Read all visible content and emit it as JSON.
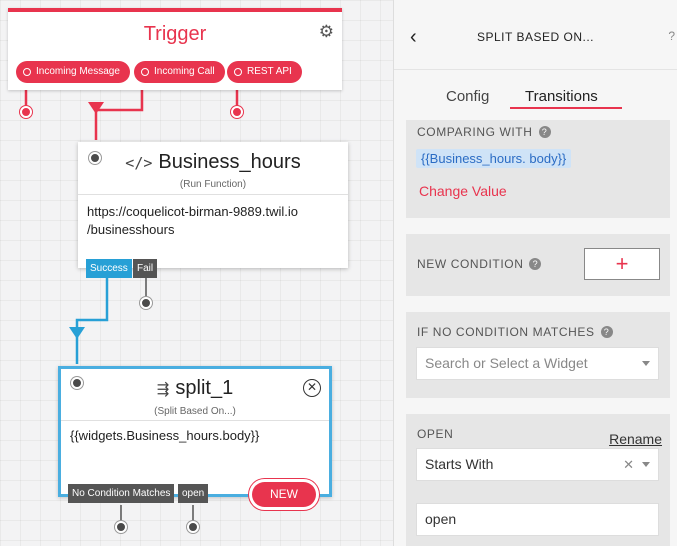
{
  "canvas": {
    "trigger": {
      "title": "Trigger",
      "chips": [
        "Incoming Message",
        "Incoming Call",
        "REST API"
      ]
    },
    "function_widget": {
      "name": "Business_hours",
      "subtitle": "(Run Function)",
      "url_line1": "https://coquelicot-birman-9889.twil.io",
      "url_line2": "/businesshours",
      "transitions": [
        "Success",
        "Fail"
      ]
    },
    "split_widget": {
      "name": "split_1",
      "subtitle": "(Split Based On...)",
      "expression": "{{widgets.Business_hours.body}}",
      "transitions": [
        "No Condition Matches",
        "open"
      ],
      "new_label": "NEW"
    }
  },
  "panel": {
    "title": "SPLIT BASED ON...",
    "tabs": [
      "Config",
      "Transitions"
    ],
    "active_tab": "Transitions",
    "comparing_with": {
      "label": "COMPARING WITH",
      "value": "{{Business_hours. body}}",
      "change_label": "Change Value"
    },
    "new_condition": {
      "label": "NEW CONDITION",
      "add_symbol": "+"
    },
    "no_match": {
      "label": "IF NO CONDITION MATCHES",
      "placeholder": "Search or Select a Widget"
    },
    "condition": {
      "label": "OPEN",
      "rename_label": "Rename",
      "operator": "Starts With",
      "value": "open"
    }
  },
  "colors": {
    "accent": "#e8344e",
    "link_blue": "#4aaee0",
    "success_blue": "#27a0d6"
  }
}
